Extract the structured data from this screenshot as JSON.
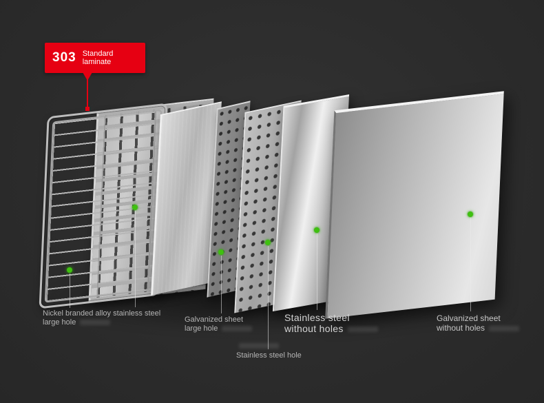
{
  "callout": {
    "number": "303",
    "label": "Standard laminate",
    "color": "#e60012"
  },
  "markers": {
    "color": "#3fc010",
    "count": 6
  },
  "labels": [
    {
      "id": "wire-grid",
      "lines": [
        "Nickel branded alloy stainless steel",
        "large hole"
      ]
    },
    {
      "id": "galvanized-large-hole",
      "lines": [
        "Galvanized sheet",
        "large hole"
      ]
    },
    {
      "id": "stainless-hole",
      "lines": [
        "Stainless steel hole",
        ""
      ]
    },
    {
      "id": "stainless-no-holes",
      "lines": [
        "Stainless steel",
        "without holes"
      ]
    },
    {
      "id": "galvanized-no-holes",
      "lines": [
        "Galvanized sheet",
        "without holes"
      ]
    }
  ],
  "panels": [
    {
      "name": "wire-grid-shelf"
    },
    {
      "name": "slotted-galvanized-panel"
    },
    {
      "name": "brushed-solid-panel"
    },
    {
      "name": "perforated-panel-small"
    },
    {
      "name": "perforated-panel-large"
    },
    {
      "name": "stainless-solid-panel"
    },
    {
      "name": "galvanized-solid-panel"
    }
  ],
  "background_color": "#2c2c2c"
}
